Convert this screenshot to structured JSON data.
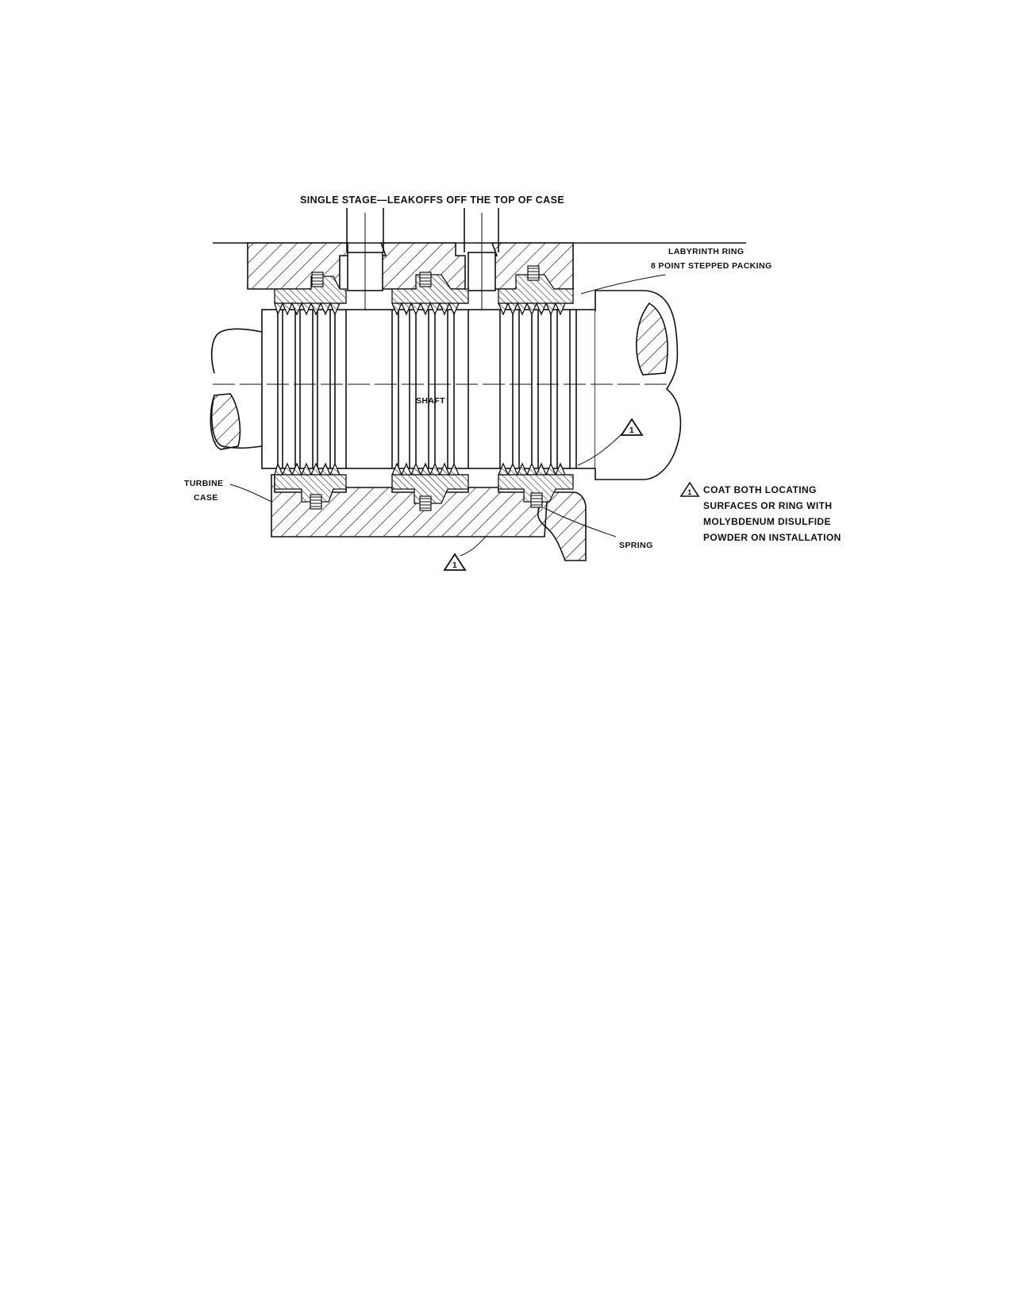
{
  "labels": {
    "title": "SINGLE STAGE—LEAKOFFS OFF THE TOP OF CASE",
    "labyrinth_line1": "LABYRINTH RING",
    "labyrinth_line2": "8 POINT STEPPED PACKING",
    "shaft": "SHAFT",
    "turbine_line1": "TURBINE",
    "turbine_line2": "CASE",
    "spring": "SPRING",
    "callout_number": "1"
  },
  "note": {
    "marker": "1",
    "lines": [
      "COAT BOTH LOCATING",
      "SURFACES OR RING WITH",
      "MOLYBDENUM DISULFIDE",
      "POWDER ON INSTALLATION"
    ]
  },
  "colors": {
    "ink": "#111111",
    "paper": "#ffffff"
  }
}
